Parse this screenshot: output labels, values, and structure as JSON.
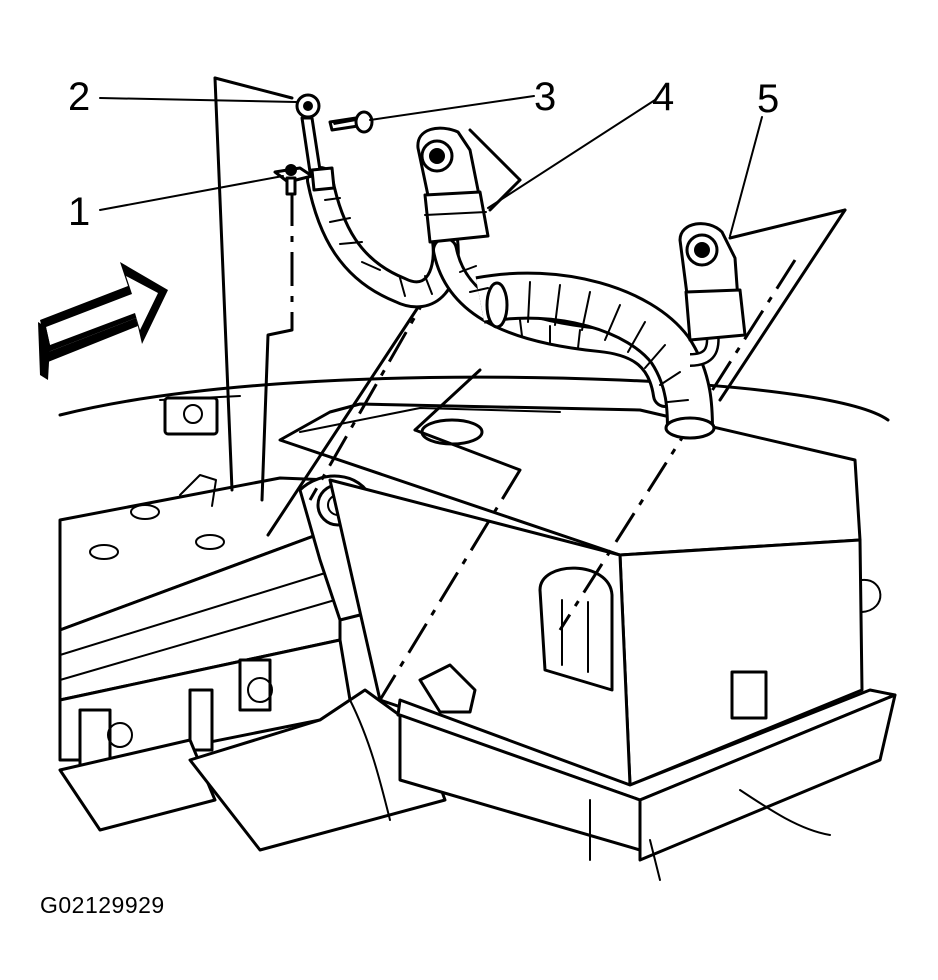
{
  "callouts": [
    {
      "id": "1",
      "label": "1"
    },
    {
      "id": "2",
      "label": "2"
    },
    {
      "id": "3",
      "label": "3"
    },
    {
      "id": "4",
      "label": "4"
    },
    {
      "id": "5",
      "label": "5"
    }
  ],
  "figure_code": "G02129929",
  "colors": {
    "ink": "#000000",
    "paper": "#ffffff"
  }
}
